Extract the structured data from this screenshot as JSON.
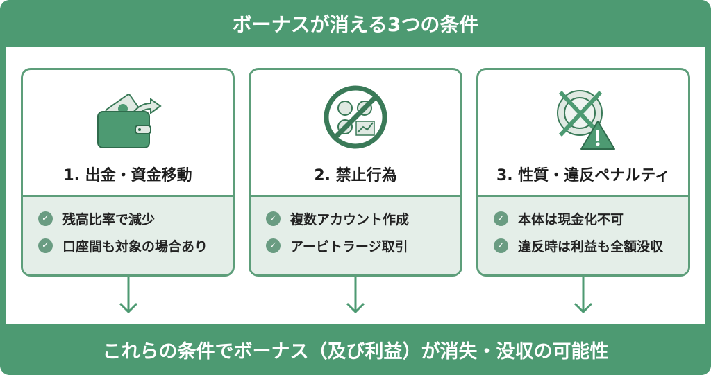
{
  "header": {
    "title": "ボーナスが消える3つの条件"
  },
  "cards": [
    {
      "title": "1. 出金・資金移動",
      "icon": "wallet-money-out-icon",
      "items": [
        "残高比率で減少",
        "口座間も対象の場合あり"
      ]
    },
    {
      "title": "2. 禁止行為",
      "icon": "prohibited-accounts-icon",
      "items": [
        "複数アカウント作成",
        "アービトラージ取引"
      ]
    },
    {
      "title": "3. 性質・違反ペナルティ",
      "icon": "crossed-coin-warning-icon",
      "items": [
        "本体は現金化不可",
        "違反時は利益も全額没収"
      ]
    }
  ],
  "footer": {
    "text": "これらの条件でボーナス（及び利益）が消失・没収の可能性"
  },
  "colors": {
    "primary": "#4d9a72",
    "light": "#e4eee8"
  }
}
